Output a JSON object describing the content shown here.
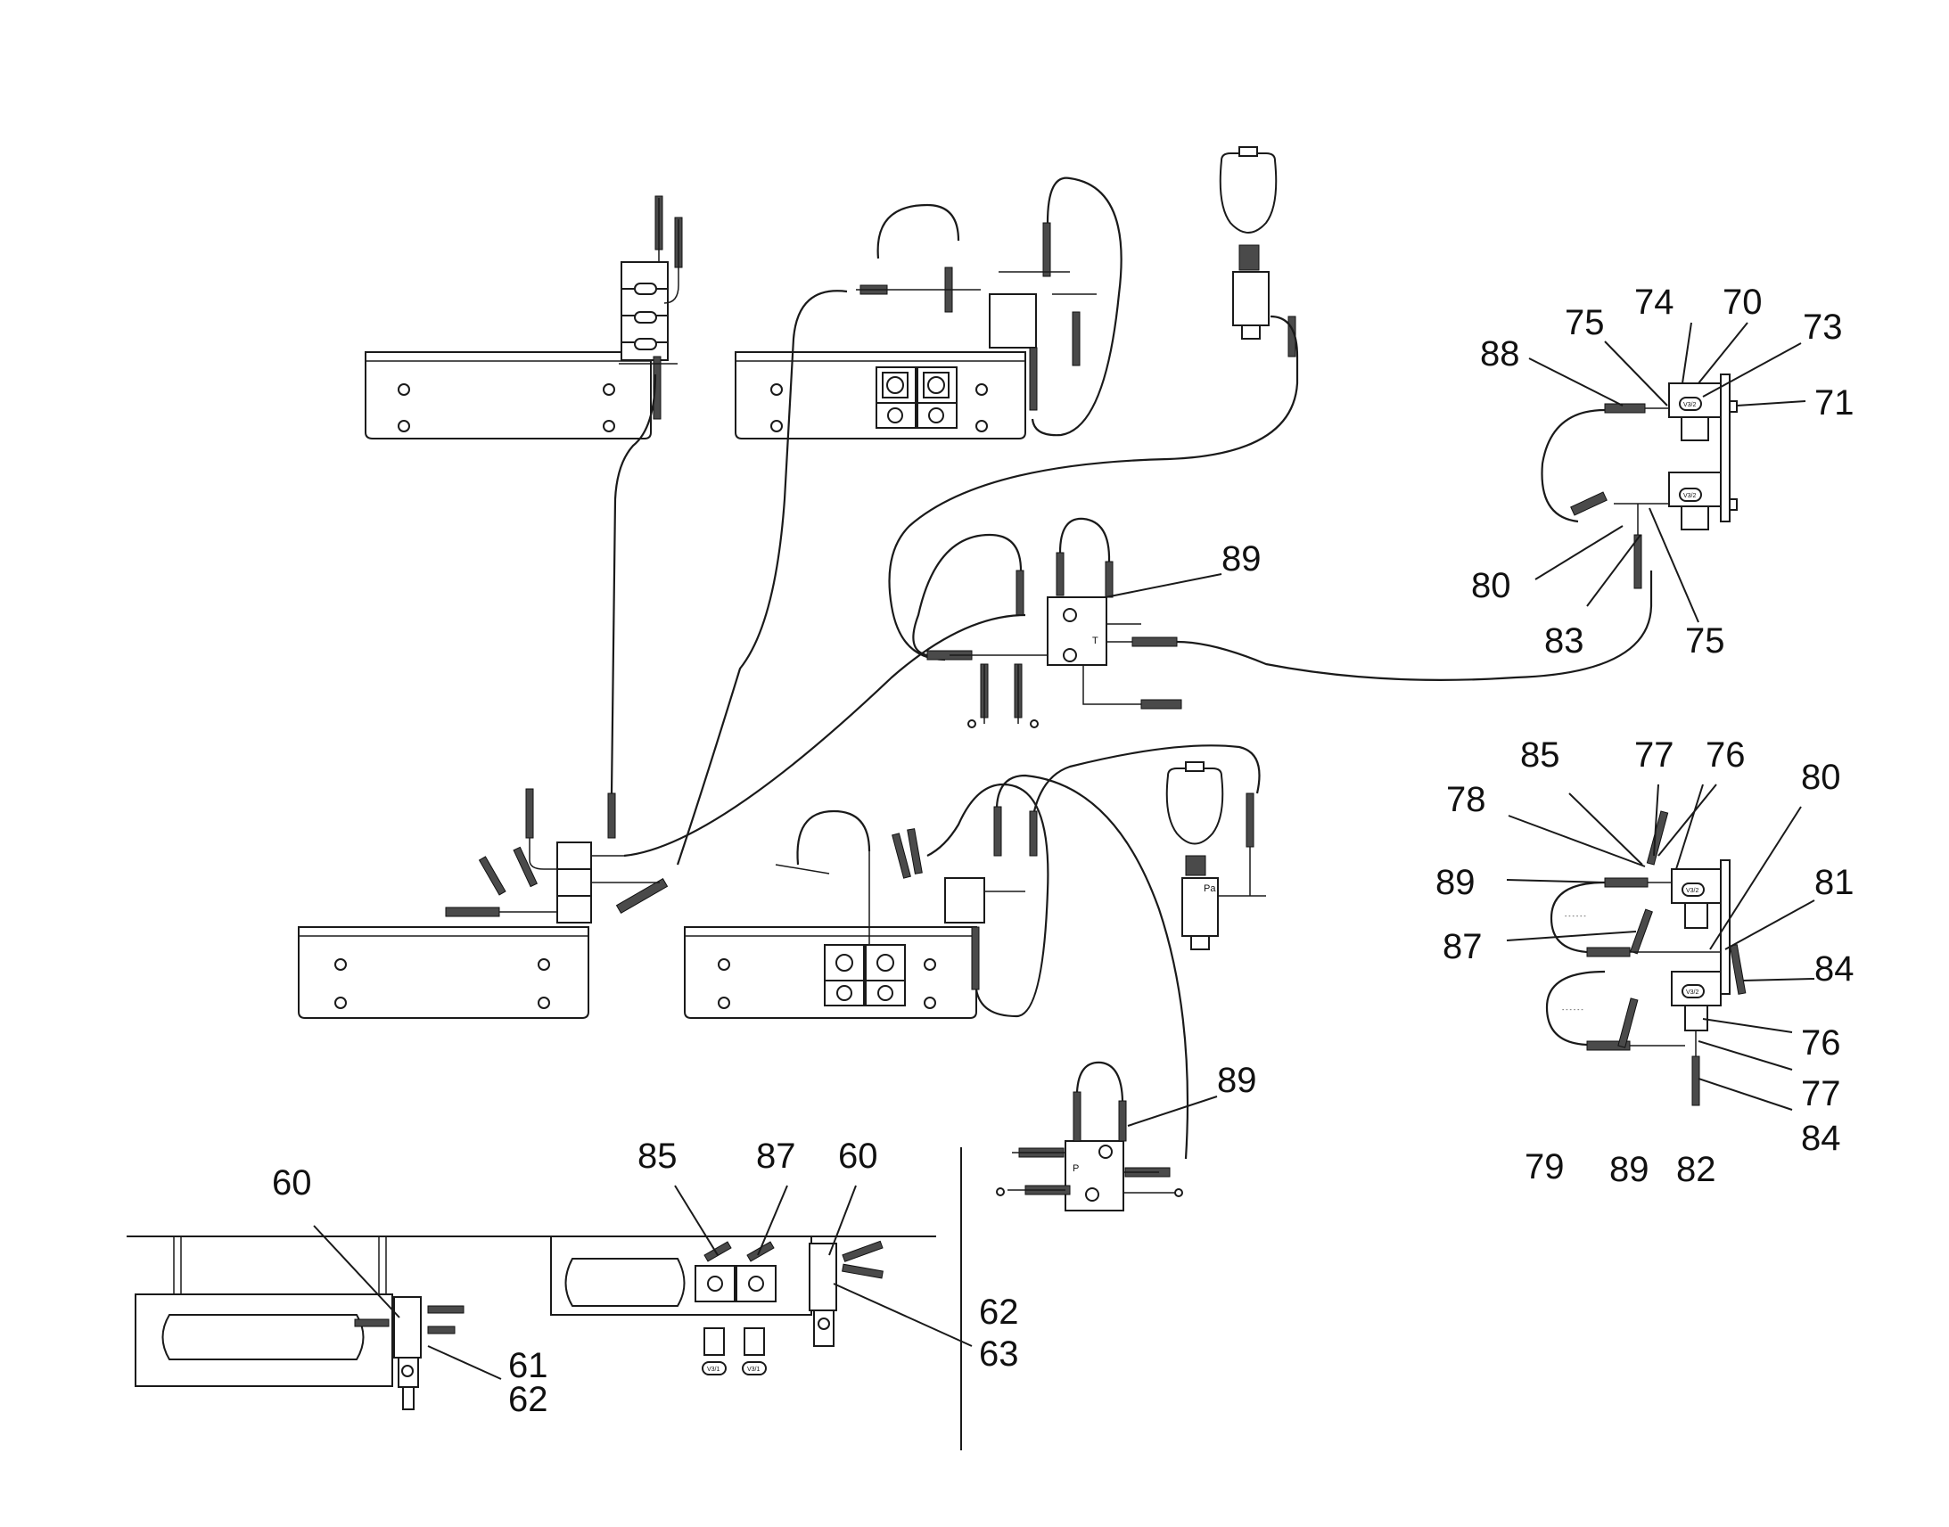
{
  "drawing": {
    "port_labels": {
      "tank": "T",
      "pressure": "P",
      "pressure_accumulator": "Pa"
    },
    "valve_tag": "V3/2",
    "valve_tag_alt": "V3/1"
  },
  "callouts": {
    "c60_left": "60",
    "c61": "61",
    "c62_left": "62",
    "c85_mid": "85",
    "c87_mid": "87",
    "c60_mid": "60",
    "c62_right": "62",
    "c63": "63",
    "c89_top": "89",
    "c89_mid": "89",
    "c88": "88",
    "c75_top": "75",
    "c74": "74",
    "c70": "70",
    "c73": "73",
    "c71": "71",
    "c80_top": "80",
    "c83": "83",
    "c75_bottom": "75",
    "c85_right": "85",
    "c77_top": "77",
    "c76_top": "76",
    "c78": "78",
    "c80_right": "80",
    "c89_right_top": "89",
    "c81": "81",
    "c87_right": "87",
    "c84_top": "84",
    "c76_bottom": "76",
    "c77_bottom": "77",
    "c84_bottom": "84",
    "c79": "79",
    "c89_right_bottom": "89",
    "c82": "82"
  }
}
